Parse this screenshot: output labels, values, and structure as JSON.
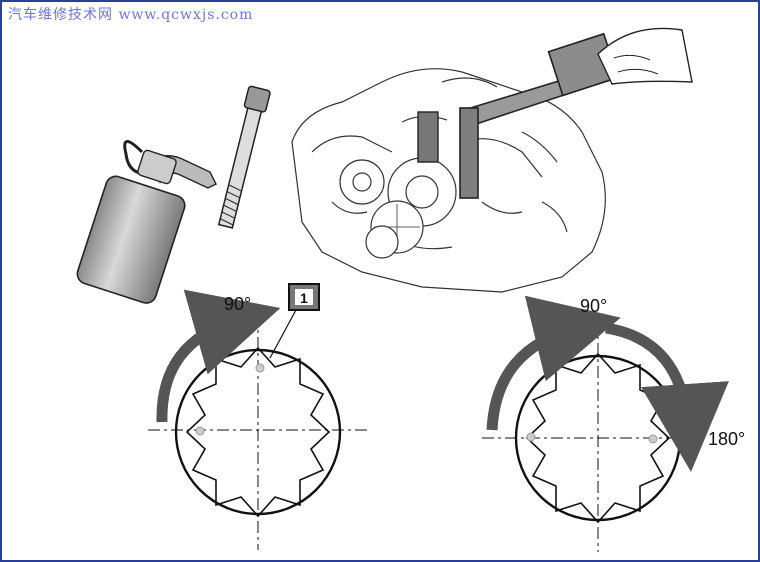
{
  "watermark": "汽车维修技术网 www.qcwxjs.com",
  "labels": {
    "left_angle": "90°",
    "callout_number": "1",
    "right_top_angle": "90°",
    "right_side_angle": "180°"
  },
  "colors": {
    "frame": "#2a3f9a",
    "watermark": "#6d76d8",
    "arrow": "#555555",
    "line": "#111111"
  }
}
